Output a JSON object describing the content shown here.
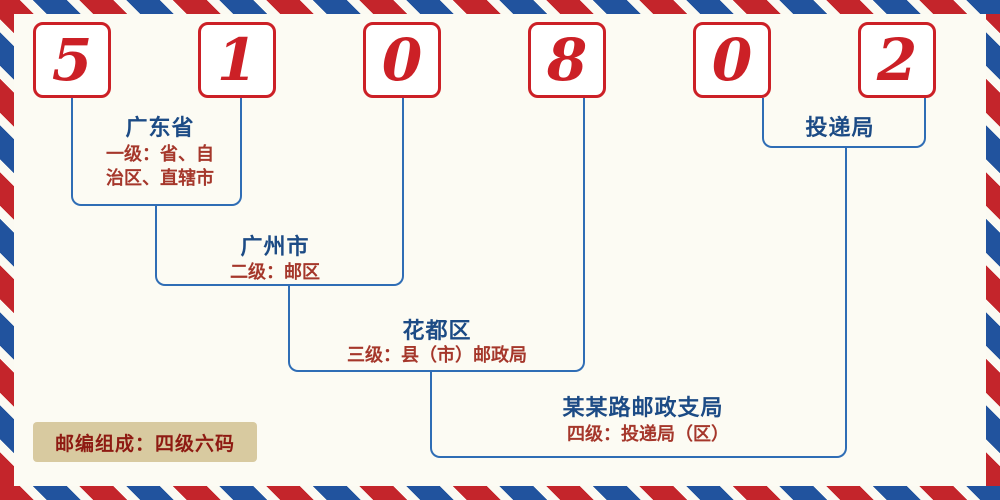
{
  "postal_code": {
    "value": "510802",
    "digits": [
      "5",
      "1",
      "0",
      "8",
      "0",
      "2"
    ]
  },
  "levels": [
    {
      "name": "广东省",
      "desc": "一级：省、自\n治区、直辖市"
    },
    {
      "name": "广州市",
      "desc": "二级：邮区"
    },
    {
      "name": "花都区",
      "desc": "三级：县（市）邮政局"
    },
    {
      "name": "某某路邮政支局",
      "desc": "四级：投递局（区）"
    },
    {
      "name": "投递局",
      "desc": ""
    }
  ],
  "footer": {
    "composition": "邮编组成：四级六码"
  },
  "colors": {
    "digit_red": "#cc2026",
    "stripe_red": "#c4252b",
    "stripe_blue": "#21539e",
    "line_blue": "#2f6db5",
    "name_navy": "#1c4b85",
    "desc_red": "#a5372b",
    "footer_bg": "#d8caa0",
    "footer_text": "#8e1a12",
    "background": "#fcfbf3"
  }
}
